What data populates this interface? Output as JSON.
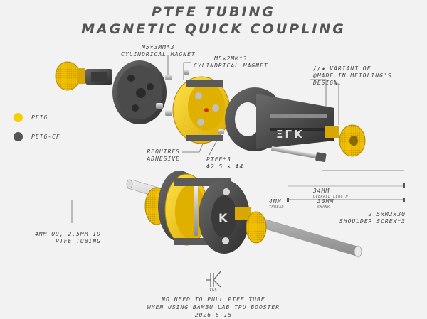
{
  "title": {
    "line1": "PTFE TUBING",
    "line2": "MAGNETIC QUICK COUPLING"
  },
  "labels": {
    "magnet_3mm": [
      "M5×3MM*3",
      "CYLINDRICAL MAGNET"
    ],
    "magnet_2mm": [
      "M5×2MM*3",
      "CYLINDRICAL MAGNET"
    ],
    "variant": [
      "//★ VARIANT OF",
      "@MADE.IN.MEIDLING'S",
      "DESIGN."
    ],
    "adhesive": [
      "REQUIRES",
      "ADHESIVE"
    ],
    "ptfe": [
      "PTFE*3",
      "Φ2.5 × Φ4"
    ],
    "len_34": "34MM",
    "len_34_sub": "OVERALL LENGTH",
    "thread_4": "4MM",
    "thread_4_sub": "THREAD",
    "shank_30": "30MM",
    "shank_30_sub": "SHANK",
    "screw": [
      "2.5xM2x30",
      "SHOULDER SCREW*3"
    ],
    "tubing": [
      "4MM OD, 2.5MM ID",
      "PTFE TUBING"
    ],
    "ek_text": "ΞΓK"
  },
  "legend": [
    {
      "label": "PETG",
      "color": "#f5d000"
    },
    {
      "label": "PETG-CF",
      "color": "#555555"
    }
  ],
  "footer": {
    "line1": "NO NEED TO PULL PTFE TUBE",
    "line2": "WHEN USING BAMBU LAB TPU BOOSTER",
    "date": "2026-6-15",
    "logo_sub": "EKK"
  },
  "colors": {
    "yellow": "#f5c400",
    "dark": "#4a4a4a",
    "metal": "#c8c8c8"
  }
}
